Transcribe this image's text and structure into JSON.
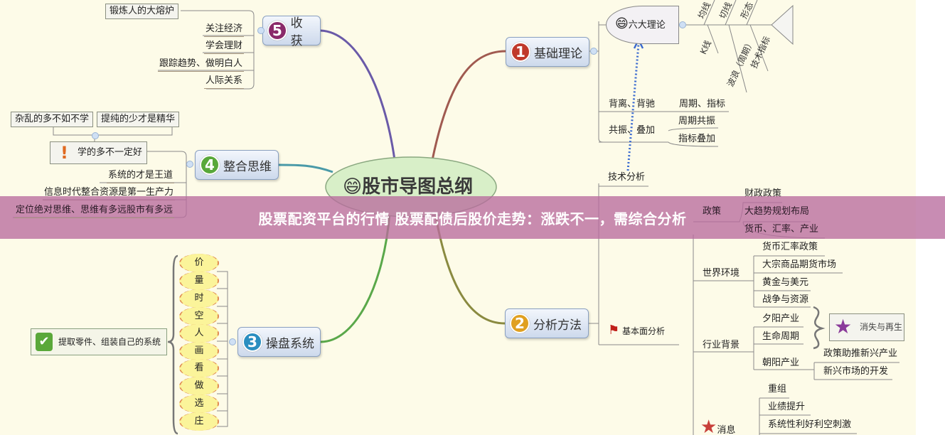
{
  "banner": {
    "title": "股票配资平台的行情 股票配债后股价走势：涨跌不一，需综合分析"
  },
  "center": {
    "label": "股市导图总纲",
    "icon": "grin-emoji-icon"
  },
  "branches": {
    "b1": {
      "number": "1",
      "label": "基础理论",
      "color": "#c0392b"
    },
    "b2": {
      "number": "2",
      "label": "分析方法",
      "color": "#e0a020"
    },
    "b3": {
      "number": "3",
      "label": "操盘系统",
      "color": "#2a8ec0"
    },
    "b4": {
      "number": "4",
      "label": "整合思维",
      "color": "#58a83a"
    },
    "b5": {
      "number": "5",
      "label": "收获",
      "color": "#8a2a6a"
    }
  },
  "b5": {
    "furnace": "锻炼人的大熔炉",
    "items": [
      "关注经济",
      "学会理财",
      "跟踪趋势、做明白人",
      "人际关系"
    ]
  },
  "b4": {
    "top": [
      "杂乱的多不如不学",
      "提纯的少才是精华"
    ],
    "main": "学的多不一定好",
    "items": [
      "系统的才是王道",
      "信息时代整合资源是第一生产力",
      "定位绝对思维、思维有多远股市有多远"
    ]
  },
  "b3": {
    "chars": [
      "价",
      "量",
      "时",
      "空",
      "人",
      "画",
      "看",
      "做",
      "选",
      "庄"
    ],
    "summary": "提取零件、组装自己的系统"
  },
  "b1": {
    "six": "六大理论",
    "fish_top": [
      "均线",
      "切线",
      "形态"
    ],
    "fish_bottom": [
      "K线",
      "波浪（周期）",
      "技术指标"
    ],
    "div": "背离、背驰",
    "div_child": "周期、指标",
    "res": "共振、叠加",
    "res_children": [
      "周期共振",
      "指标叠加"
    ]
  },
  "b2": {
    "tech": "技术分析",
    "fund": "基本面分析",
    "policy": "政策",
    "policy_items": [
      "财政政策",
      "大趋势规划布局",
      "货币、汇率、产业"
    ],
    "world": "世界环境",
    "world_items": [
      "货币汇率政策",
      "大宗商品期货市场",
      "黄金与美元",
      "战争与资源"
    ],
    "industry": "行业背景",
    "sunset": "夕阳产业",
    "life": "生命周期",
    "rebirth": "消失与再生",
    "sunrise": "朝阳产业",
    "sunrise_items": [
      "政策助推新兴产业",
      "新兴市场的开发"
    ],
    "news": "消息",
    "news_items": [
      "重组",
      "业绩提升",
      "系统性利好利空刺激"
    ]
  }
}
